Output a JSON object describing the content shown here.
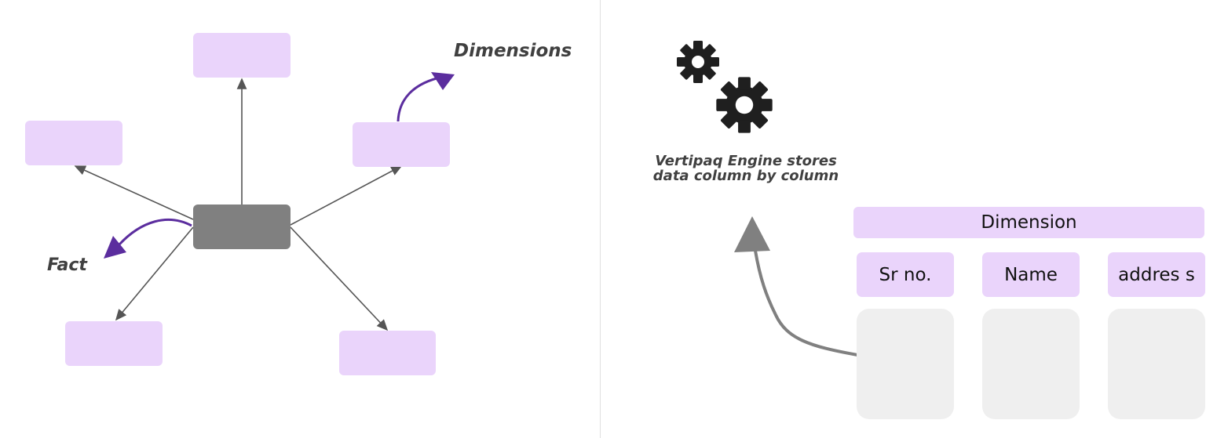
{
  "left_diagram": {
    "fact_label": "Fact",
    "dimensions_label": "Dimensions"
  },
  "right_diagram": {
    "caption_line1": "Vertipaq Engine stores",
    "caption_line2": "data column by column",
    "table_header": "Dimension",
    "columns": [
      "Sr no.",
      "Name",
      "addres s"
    ]
  },
  "colors": {
    "dimension_box": "#ead4fb",
    "fact_box": "#808080",
    "purple_arrow": "#5b2d9e",
    "gray_arrow": "#555555",
    "column_body": "#efefef"
  },
  "icons": [
    "gear-icon",
    "gear-icon"
  ]
}
